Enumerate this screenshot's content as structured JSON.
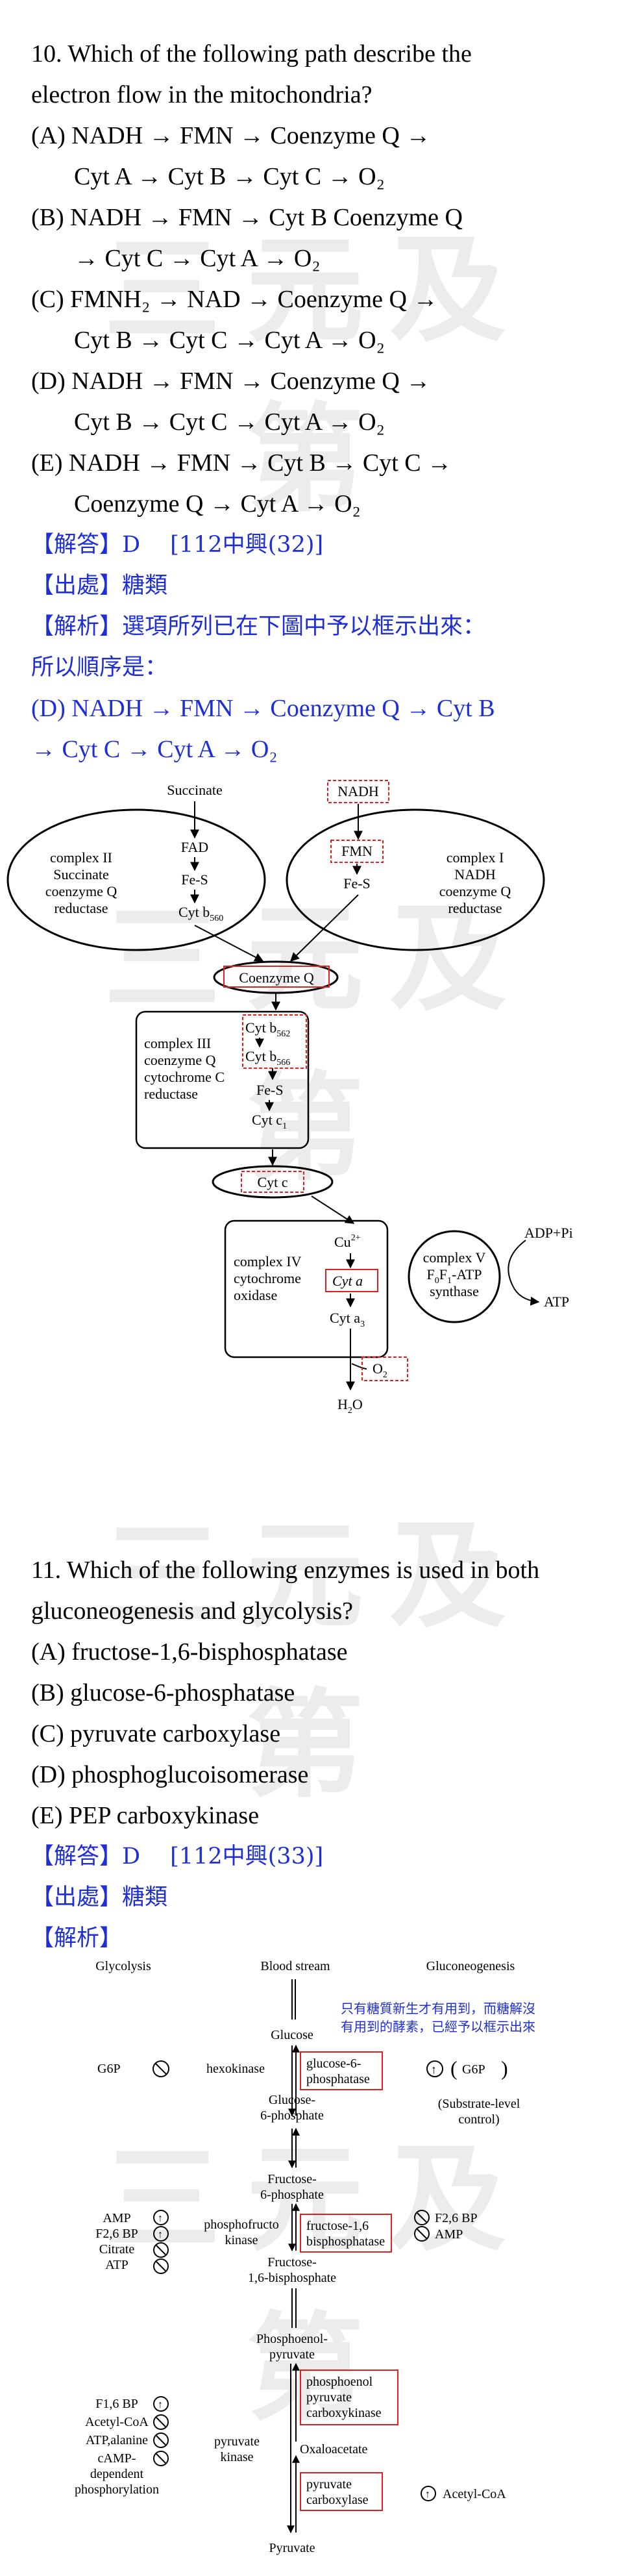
{
  "watermark": "三元及第",
  "q10": {
    "stem": [
      "10. Which of the following path describe the",
      "electron flow in the mitochondria?"
    ],
    "options": [
      {
        "label": "(A) NADH → FMN → Coenzyme Q →",
        "cont": "Cyt A → Cyt B → Cyt C → O₂"
      },
      {
        "label": "(B) NADH → FMN → Cyt B Coenzyme Q",
        "cont": "→ Cyt C → Cyt A → O₂"
      },
      {
        "label": "(C) FMNH₂ → NAD → Coenzyme Q →",
        "cont": "Cyt B → Cyt C → Cyt A → O₂"
      },
      {
        "label": "(D) NADH → FMN → Coenzyme Q →",
        "cont": "Cyt B → Cyt C → Cyt A → O₂"
      },
      {
        "label": "(E) NADH → FMN → Cyt B → Cyt C →",
        "cont": "Coenzyme Q → Cyt A → O₂"
      }
    ],
    "answer": "【解答】D　 [112中興(32)]",
    "source": "【出處】糖類",
    "explain": [
      "【解析】選項所列已在下圖中予以框示出來：",
      "所以順序是：",
      "(D) NADH → FMN → Coenzyme Q → Cyt B",
      "→ Cyt C → Cyt A → O₂"
    ]
  },
  "fig1": {
    "succinate": "Succinate",
    "nadh": "NADH",
    "complex2": [
      "complex II",
      "Succinate",
      "coenzyme Q",
      "reductase"
    ],
    "fad": "FAD",
    "fes": "Fe-S",
    "cytb560": "Cyt b",
    "cytb560_sub": "560",
    "fmn": "FMN",
    "complex1": [
      "complex I",
      "NADH",
      "coenzyme Q",
      "reductase"
    ],
    "coq": "Coenzyme Q",
    "complex3": [
      "complex III",
      "coenzyme Q",
      "cytochrome C",
      "reductase"
    ],
    "cytb562": "Cyt b",
    "cytb562_sub": "562",
    "cytb566": "Cyt b",
    "cytb566_sub": "566",
    "fes3": "Fe-S",
    "cytc1": "Cyt c",
    "cytc1_sub": "1",
    "cytc": "Cyt c",
    "complex4": [
      "complex IV",
      "cytochrome",
      "oxidase"
    ],
    "cu": "Cu",
    "cu_sup": "2+",
    "cyta": "Cyt a",
    "cyta3": "Cyt a",
    "cyta3_sub": "3",
    "o2": "O",
    "o2_sub": "2",
    "h2o": "H",
    "h2o_sub": "2",
    "h2o_tail": "O",
    "complex5": [
      "complex V",
      "F0F1-ATP",
      "synthase"
    ],
    "adp": "ADP+Pi",
    "atp": "ATP",
    "highlight": "#e02020"
  },
  "q11": {
    "stem": [
      "11. Which of the following enzymes is used in both",
      "gluconeogenesis and glycolysis?"
    ],
    "options": [
      "(A) fructose-1,6-bisphosphatase",
      "(B) glucose-6-phosphatase",
      "(C) pyruvate carboxylase",
      "(D) phosphoglucoisomerase",
      "(E) PEP carboxykinase"
    ],
    "answer": "【解答】D　 [112中興(33)]",
    "source": "【出處】糖類",
    "explain": "【解析】"
  },
  "fig2": {
    "h_glycolysis": "Glycolysis",
    "h_blood": "Blood stream",
    "h_gluconeo": "Gluconeogenesis",
    "note": [
      "只有糖質新生才有用到，而糖解沒",
      "有用到的酵素，已經予以框示出來"
    ],
    "glucose": "Glucose",
    "g6p_left": "G6P",
    "hexokinase": "hexokinase",
    "g6pase": [
      "glucose-6-",
      "phosphatase"
    ],
    "g6p_right": "G6P",
    "substrate": [
      "(Substrate-level",
      "control)"
    ],
    "glucose6p": [
      "Glucose-",
      "6-phosphate"
    ],
    "fructose6p": [
      "Fructose-",
      "6-phosphate"
    ],
    "left2": [
      "AMP",
      "F2,6 BP",
      "Citrate",
      "ATP"
    ],
    "pfk": [
      "phosphofructo",
      "kinase"
    ],
    "fbpase": [
      "fructose-1,6",
      "bisphosphatase"
    ],
    "right2": [
      "F2,6 BP",
      "AMP"
    ],
    "f16bp": [
      "Fructose-",
      "1,6-bisphosphate"
    ],
    "pep": [
      "Phosphoenol-",
      "pyruvate"
    ],
    "pepck": [
      "phosphoenol",
      "pyruvate",
      "carboxykinase"
    ],
    "left3": [
      "F1,6 BP",
      "Acetyl-CoA",
      "ATP,alanine",
      "cAMP-",
      "dependent",
      "phosphorylation"
    ],
    "pk": [
      "pyruvate",
      "kinase"
    ],
    "oaa": "Oxaloacetate",
    "pc": [
      "pyruvate",
      "carboxylase"
    ],
    "acetyl": "Acetyl-CoA",
    "pyruvate": "Pyruvate",
    "note_color": "#1f2fd8",
    "highlight": "#e02020"
  }
}
